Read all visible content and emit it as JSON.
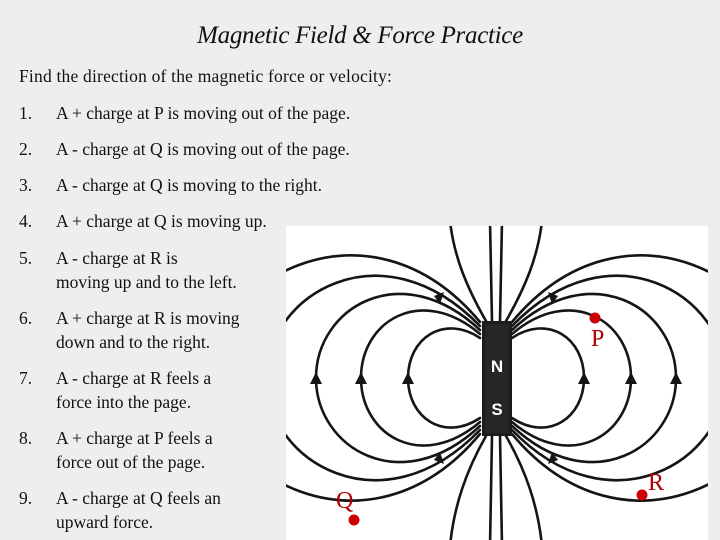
{
  "title": "Magnetic Field & Force Practice",
  "intro": "Find the direction of the magnetic force or velocity:",
  "questions": [
    {
      "num": "1.",
      "lines": [
        "A  +  charge at P is moving out of the page."
      ]
    },
    {
      "num": "2.",
      "lines": [
        "A  -  charge at Q is moving out of the page."
      ]
    },
    {
      "num": "3.",
      "lines": [
        "A  -  charge at Q is moving to the right."
      ]
    },
    {
      "num": "4.",
      "lines": [
        "A  +  charge at Q is moving up."
      ]
    },
    {
      "num": "5.",
      "lines": [
        "A  -  charge at R is",
        "moving up and to the left."
      ]
    },
    {
      "num": "6.",
      "lines": [
        "A  +  charge at R is moving",
        "down and to the right."
      ]
    },
    {
      "num": "7.",
      "lines": [
        "A  -  charge at R feels a",
        "force into the page."
      ]
    },
    {
      "num": "8.",
      "lines": [
        "A  +  charge at P feels a",
        "force out of the page."
      ]
    },
    {
      "num": "9.",
      "lines": [
        "A  -  charge at Q feels an",
        "upward force."
      ]
    }
  ],
  "figure": {
    "north_label": "N",
    "south_label": "S",
    "points": [
      {
        "label": "P",
        "color": "#cc0000"
      },
      {
        "label": "Q",
        "color": "#cc0000"
      },
      {
        "label": "R",
        "color": "#cc0000"
      }
    ]
  }
}
